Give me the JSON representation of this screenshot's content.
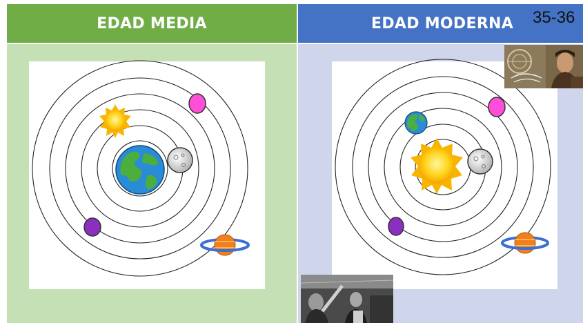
{
  "left_panel": {
    "title": "EDAD MEDIA"
  },
  "right_panel": {
    "title": "EDAD MODERNA"
  },
  "page_badge": "35-36",
  "colors": {
    "left_header": "#70ad47",
    "left_background": "#c5e0b4",
    "right_header": "#4472c4",
    "right_background": "#cfd5ea"
  },
  "left_model": {
    "center_body": "earth-icon",
    "orbit_count": 6
  },
  "right_model": {
    "center_body": "sun-icon",
    "orbit_count": 6
  }
}
